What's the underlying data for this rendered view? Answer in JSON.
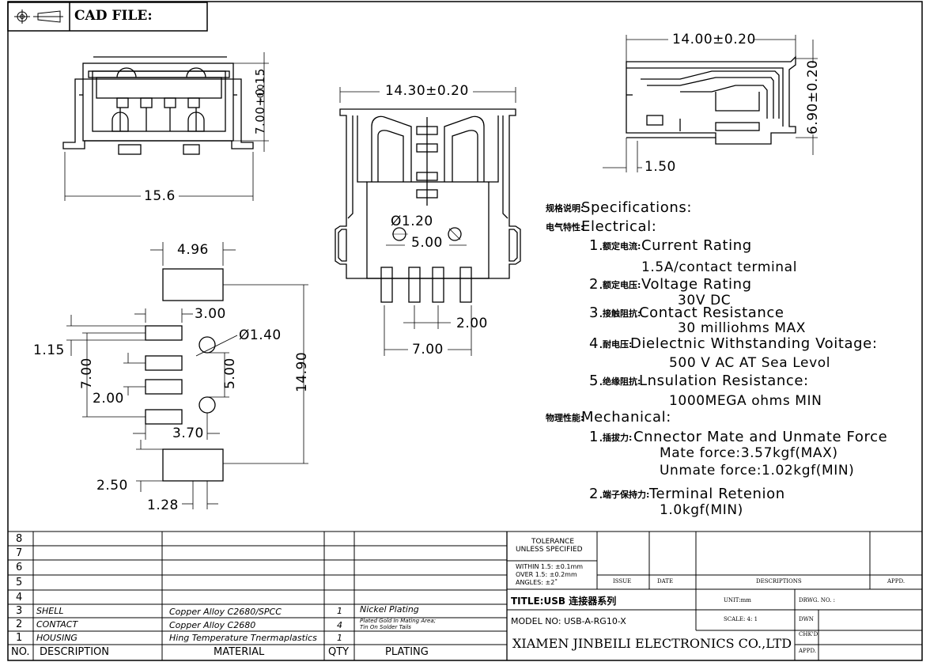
{
  "header": {
    "cad_file": "CAD FILE:"
  },
  "dims": {
    "side_height": "7.00+0.15",
    "side_height_tol": "-0.0",
    "side_width": "15.6",
    "top_width": "14.30±0.20",
    "pin_hole_dia": "Ø1.20",
    "pin_hole_pitch": "5.00",
    "tail_pitch": "2.00",
    "tail_span": "7.00",
    "right_width": "14.00±0.20",
    "right_height": "6.90±0.20",
    "right_offset": "1.50",
    "pad_width": "4.96",
    "pad_x": "3.00",
    "pad_h": "1.15",
    "pad_span": "7.00",
    "pad_pitch": "2.00",
    "hole_dia": "Ø1.40",
    "hole_pitch": "5.00",
    "total_len": "14.90",
    "pad_off": "3.70",
    "bottom_h": "2.50",
    "bottom_w": "1.28"
  },
  "specs": {
    "title_cn": "规格说明:",
    "title": "Specifications:",
    "electrical_cn": "电气特性:",
    "electrical": "Electrical:",
    "items": [
      {
        "num": "1.",
        "cn": "额定电流:",
        "label": "Current  Rating",
        "value": "1.5A/contact  terminal"
      },
      {
        "num": "2.",
        "cn": "额定电压:",
        "label": "Voltage  Rating",
        "value": "30V  DC"
      },
      {
        "num": "3.",
        "cn": "接触阻抗:",
        "label": "Contact  Resistance",
        "value": "30  milliohms  MAX"
      },
      {
        "num": "4.",
        "cn": "耐电压:",
        "label": "Dielectnic  Withstanding  Voitage:",
        "value": "500  V  AC  AT  Sea  Levol"
      },
      {
        "num": "5.",
        "cn": "绝缘阻抗:",
        "label": "Lnsulation  Resistance:",
        "value": "1000MEGA  ohms  MIN"
      }
    ],
    "mechanical_cn": "物理性能:",
    "mechanical": "Mechanical:",
    "mech_items": [
      {
        "num": "1.",
        "cn": "插拔力:",
        "label": "Cnnector  Mate  and  Unmate  Force",
        "value1": "Mate  force:3.57kgf(MAX)",
        "value2": "Unmate  force:1.02kgf(MIN)"
      },
      {
        "num": "2.",
        "cn": "端子保持力:",
        "label": "Terminal  Retenion",
        "value1": "1.0kgf(MIN)"
      }
    ]
  },
  "bom": {
    "rows": [
      {
        "no": "8",
        "desc": "",
        "material": "",
        "qty": "",
        "plating": ""
      },
      {
        "no": "7",
        "desc": "",
        "material": "",
        "qty": "",
        "plating": ""
      },
      {
        "no": "6",
        "desc": "",
        "material": "",
        "qty": "",
        "plating": ""
      },
      {
        "no": "5",
        "desc": "",
        "material": "",
        "qty": "",
        "plating": ""
      },
      {
        "no": "4",
        "desc": "",
        "material": "",
        "qty": "",
        "plating": ""
      },
      {
        "no": "3",
        "desc": "SHELL",
        "material": "Copper  Alloy  C2680/SPCC",
        "qty": "1",
        "plating": "Nickel  Plating"
      },
      {
        "no": "2",
        "desc": "CONTACT",
        "material": "Copper  Alloy  C2680",
        "qty": "4",
        "plating": "Plated Gold In Mating Area;",
        "plating2": "Tin On Solder Tails"
      },
      {
        "no": "1",
        "desc": "HOUSING",
        "material": "Hing Temperature   Tnermaplastics",
        "qty": "1",
        "plating": ""
      }
    ],
    "headers": {
      "no": "NO.",
      "desc": "DESCRIPTION",
      "material": "MATERIAL",
      "qty": "QTY",
      "plating": "PLATING"
    }
  },
  "title_block": {
    "tolerance": "TOLERANCE",
    "unless": "UNLESS  SPECIFIED",
    "within": "WITHIN  1.5: ±0.1mm",
    "over": "OVER  1.5:  ±0.2mm",
    "angles": "ANGLES: ±2˚",
    "issue": "ISSUE",
    "date": "DATE",
    "descriptions": "DESCRIPTIONS",
    "appd": "APPD.",
    "title": "TITLE:USB  连接器系列",
    "unit": "UNIT:mm",
    "drwg": "DRWG.  NO. :",
    "model": "MODEL NO: USB-A-RG10-X",
    "scale": "SCALE: 4: 1",
    "dwn": "DWN",
    "company": "XIAMEN JINBEILI ELECTRONICS CO.,LTD",
    "chkd": "CHK'D",
    "appd2": "APPD."
  }
}
